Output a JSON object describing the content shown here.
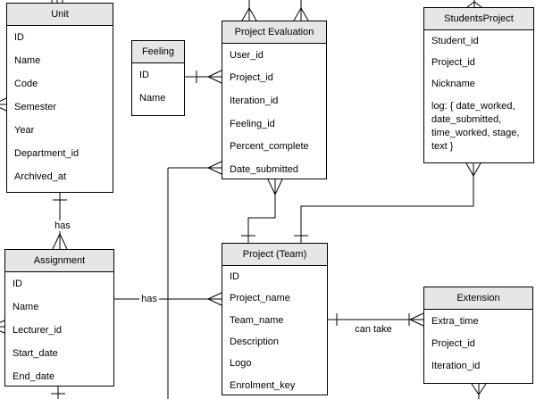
{
  "diagram": {
    "colors": {
      "background": "#ffffff",
      "entity_header_fill": "#e6e6e6",
      "entity_border": "#000000",
      "line": "#000000",
      "text": "#000000"
    },
    "entities": [
      {
        "title": "Unit",
        "attributes": [
          "ID",
          "Name",
          "Code",
          "Semester",
          "Year",
          "Department_id",
          "Archived_at"
        ]
      },
      {
        "title": "Feeling",
        "attributes": [
          "ID",
          "Name"
        ]
      },
      {
        "title": "Project Evaluation",
        "attributes": [
          "User_id",
          "Project_id",
          "Iteration_id",
          "Feeling_id",
          "Percent_complete",
          "Date_submitted"
        ]
      },
      {
        "title": "StudentsProject",
        "attributes": [
          "Student_id",
          "Project_id",
          "Nickname",
          "log: { date_worked, date_submitted, time_worked, stage, text }"
        ]
      },
      {
        "title": "Assignment",
        "attributes": [
          "ID",
          "Name",
          "Lecturer_id",
          "Start_date",
          "End_date"
        ]
      },
      {
        "title": "Project (Team)",
        "attributes": [
          "ID",
          "Project_name",
          "Team_name",
          "Description",
          "Logo",
          "Enrolment_key"
        ]
      },
      {
        "title": "Extension",
        "attributes": [
          "Extra_time",
          "Project_id",
          "Iteration_id"
        ]
      }
    ],
    "relationships": [
      {
        "label": "has",
        "from": "Unit",
        "to": "Assignment"
      },
      {
        "label": "has",
        "from": "Assignment",
        "to": "Project (Team)"
      },
      {
        "label": "can take",
        "from": "Project (Team)",
        "to": "Extension"
      }
    ]
  }
}
